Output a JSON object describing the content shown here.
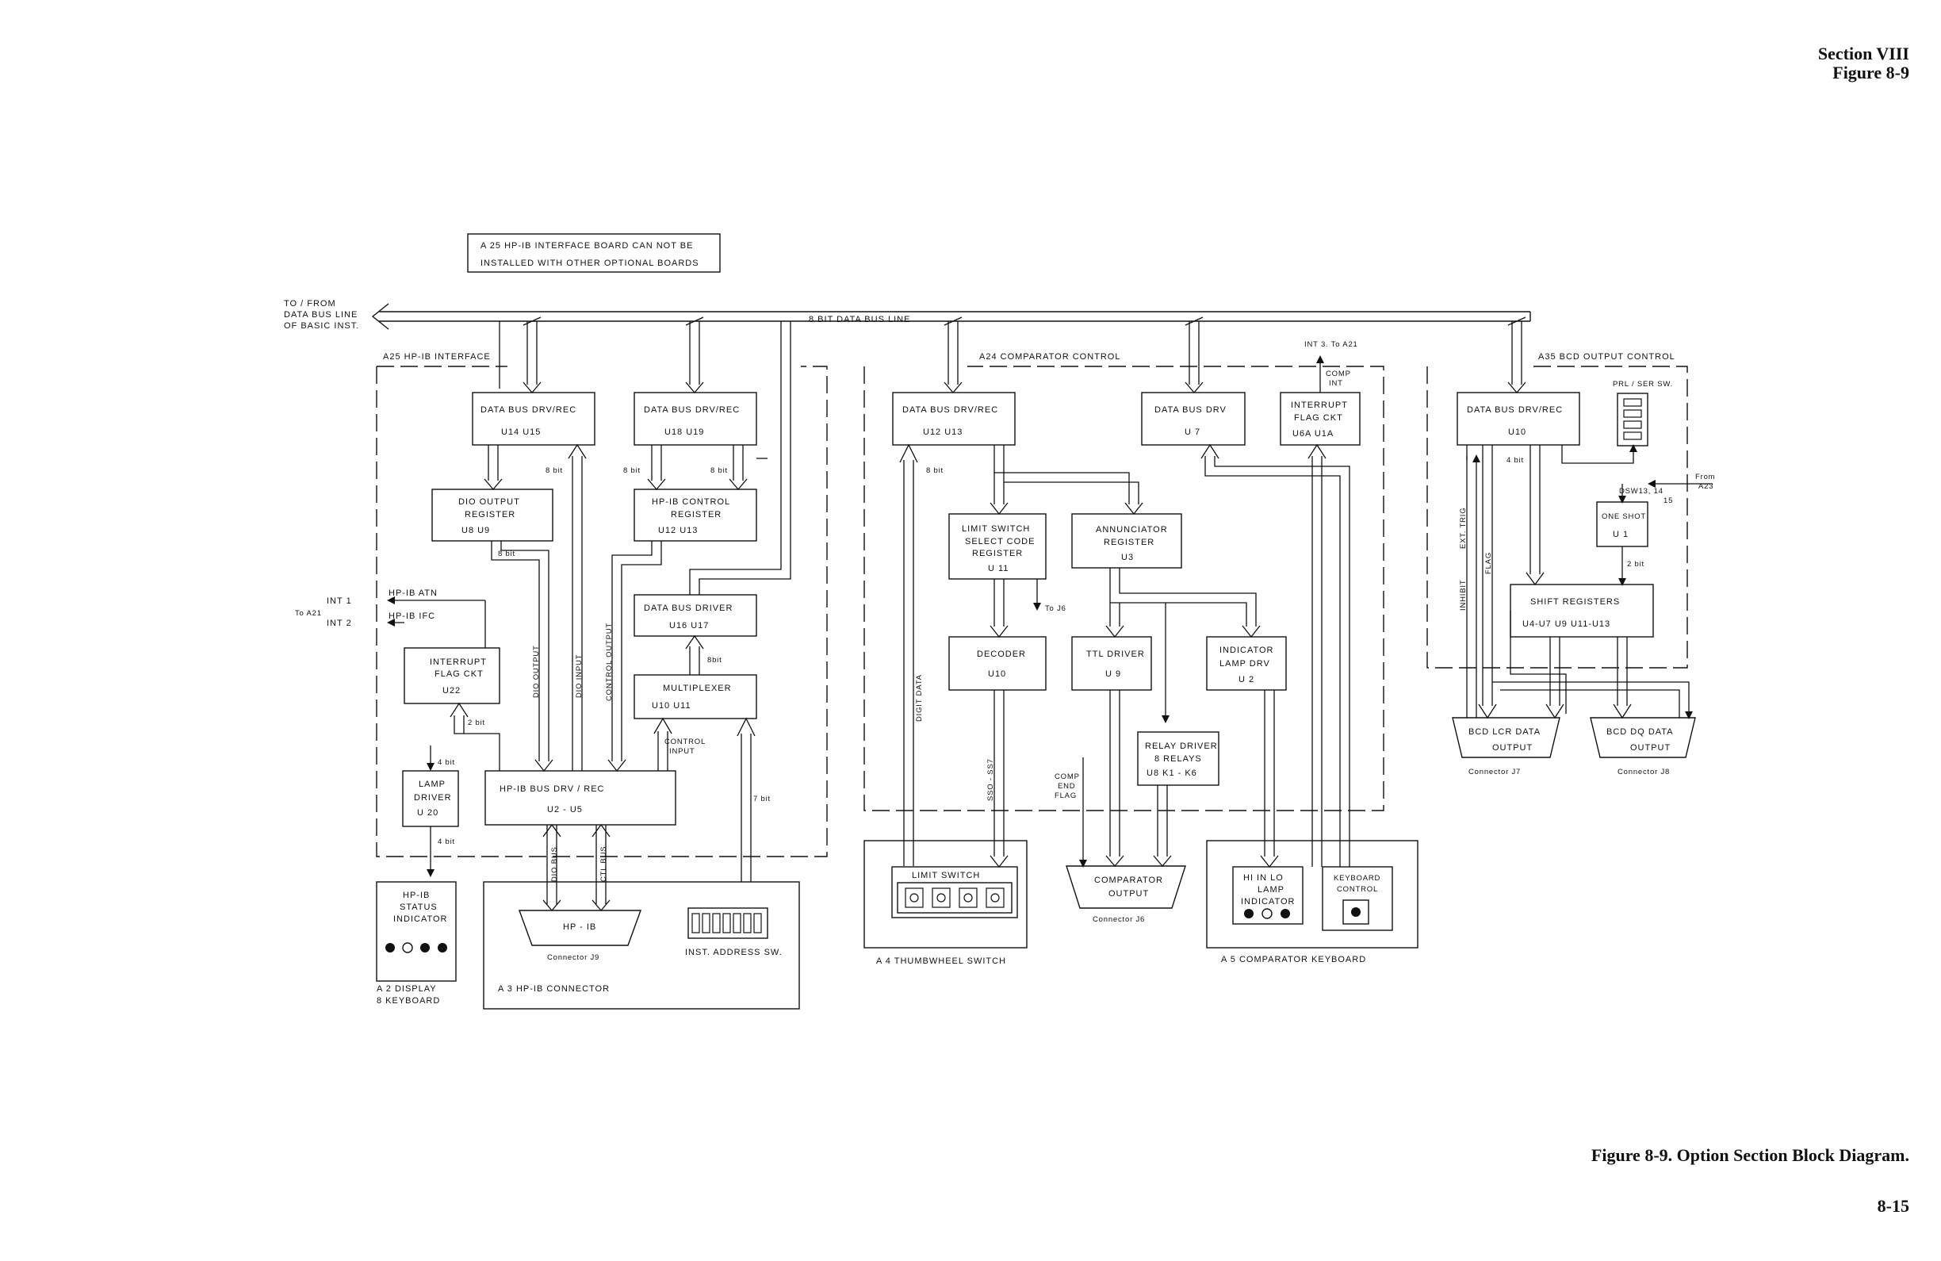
{
  "header": {
    "section": "Section VIII",
    "figure": "Figure 8-9"
  },
  "caption": "Figure 8-9.  Option Section Block Diagram.",
  "page_number": "8-15",
  "diagram": {
    "note": [
      "A 25  HP-IB INTERFACE BOARD CAN NOT BE",
      "INSTALLED WITH OTHER OPTIONAL BOARDS"
    ],
    "to_from": [
      "TO / FROM",
      "DATA BUS LINE",
      "OF BASIC INST."
    ],
    "data_bus": "8 BIT DATA BUS LINE",
    "sections": {
      "a25": "A25  HP-IB INTERFACE",
      "a24": "A24 COMPARATOR CONTROL",
      "a35": "A35 BCD OUTPUT CONTROL",
      "a3": "A 3  HP-IB  CONNECTOR",
      "a2": [
        "A 2   DISPLAY",
        "8     KEYBOARD"
      ],
      "a4": "A 4  THUMBWHEEL SWITCH",
      "a5": "A 5  COMPARATOR KEYBOARD"
    },
    "blocks": {
      "dbdr_u14": [
        "DATA BUS DRV/REC",
        "U14        U15"
      ],
      "dbdr_u18": [
        "DATA BUS DRV/REC",
        "U18        U19"
      ],
      "dio_out": [
        "DIO  OUTPUT",
        "REGISTER",
        "U8       U9"
      ],
      "hpib_ctrl": [
        "HP-IB  CONTROL",
        "REGISTER",
        "U12       U13"
      ],
      "dbdriver": [
        "DATA  BUS  DRIVER",
        "U16     U17"
      ],
      "mux": [
        "MULTIPLEXER",
        "U10          U11"
      ],
      "int_flag": [
        "INTERRUPT",
        "FLAG CKT",
        "U22"
      ],
      "lamp_drv": [
        "LAMP",
        "DRIVER",
        "U 20"
      ],
      "hpib_bus": [
        "HP-IB   BUS   DRV / REC",
        "U2  -  U5"
      ],
      "status": [
        "HP-IB",
        "STATUS",
        "INDICATOR"
      ],
      "hpib_conn": "HP - IB",
      "conn_j9": "Connector J9",
      "inst_addr": "INST. ADDRESS SW.",
      "dbdr_u12": [
        "DATA BUS DRV/REC",
        "U12          U13"
      ],
      "limit_sel": [
        "LIMIT  SWITCH",
        "SELECT CODE",
        "REGISTER",
        "U 11"
      ],
      "annunc": [
        "ANNUNCIATOR",
        "REGISTER",
        "U3"
      ],
      "decoder": [
        "DECODER",
        "U10"
      ],
      "ttl": [
        "TTL DRIVER",
        "U 9"
      ],
      "ind_lamp": [
        "INDICATOR",
        "LAMP DRV",
        "U 2"
      ],
      "relay": [
        "RELAY DRIVER",
        "8  RELAYS",
        "U8   K1 - K6"
      ],
      "dbdrv_u7": [
        "DATA  BUS  DRV",
        "U 7"
      ],
      "int_flag2": [
        "INTERRUPT",
        "FLAG CKT",
        "U6A  U1A"
      ],
      "limit_sw": "LIMIT   SWITCH",
      "comp_out": [
        "COMPARATOR",
        "OUTPUT"
      ],
      "conn_j6": "Connector  J6",
      "hilo": [
        "HI  IN  LO",
        "LAMP",
        "INDICATOR"
      ],
      "kbd_ctrl": [
        "KEYBOARD",
        "CONTROL"
      ],
      "dbdr_u10": [
        "DATA  BUS  DRV/REC",
        "U10"
      ],
      "prl_ser": "PRL / SER  SW.",
      "one_shot": [
        "ONE  SHOT",
        "U 1"
      ],
      "shift": [
        "SHIFT      REGISTERS",
        "U4-U7     U9    U11-U13"
      ],
      "bcd_lcr": [
        "BCD  LCR  DATA",
        "OUTPUT"
      ],
      "bcd_dq": [
        "BCD   DQ   DATA",
        "OUTPUT"
      ],
      "conn_j7": "Connector  J7",
      "conn_j8": "Connector  J8"
    },
    "labels": {
      "int1": "INT 1",
      "int2": "INT 2",
      "to_a21": "To A21",
      "atn": "HP-IB   ATN",
      "ifc": "HP-IB   IFC",
      "bit8_a": "8 bit",
      "bit8_b": "8 bit",
      "bit8_c": "8 bit",
      "bit8_d": "8 bit",
      "bit8_e": "8bit",
      "bit8_f": "8 bit",
      "bit2_a": "2 bit",
      "bit4_a": "4 bit",
      "bit4_b": "4 bit",
      "bit7": "7 bit",
      "bit4_c": "4 bit",
      "bit2_b": "2 bit",
      "dio_output": "DIO  OUTPUT",
      "dio_input": "DIO  INPUT",
      "control_output": "CONTROL  OUTPUT",
      "control_input": [
        "CONTROL",
        "INPUT"
      ],
      "dio_bus": "DIO BUS",
      "ctl_bus": "CTL BUS",
      "digit_data": "DIGIT  DATA",
      "sso_ss7": "SSO - SS7",
      "to_j6": "To J6",
      "comp_end_flag": [
        "COMP",
        "END",
        "FLAG"
      ],
      "int3": "INT 3.  To A21",
      "comp_int": [
        "COMP",
        "INT"
      ],
      "dsw": [
        "DSW13, 14",
        "15"
      ],
      "from_a23": [
        "From",
        "A23"
      ],
      "inhibit": "INHIBIT",
      "ext_trig": "EXT. TRIG",
      "flag": "FLAG"
    }
  }
}
